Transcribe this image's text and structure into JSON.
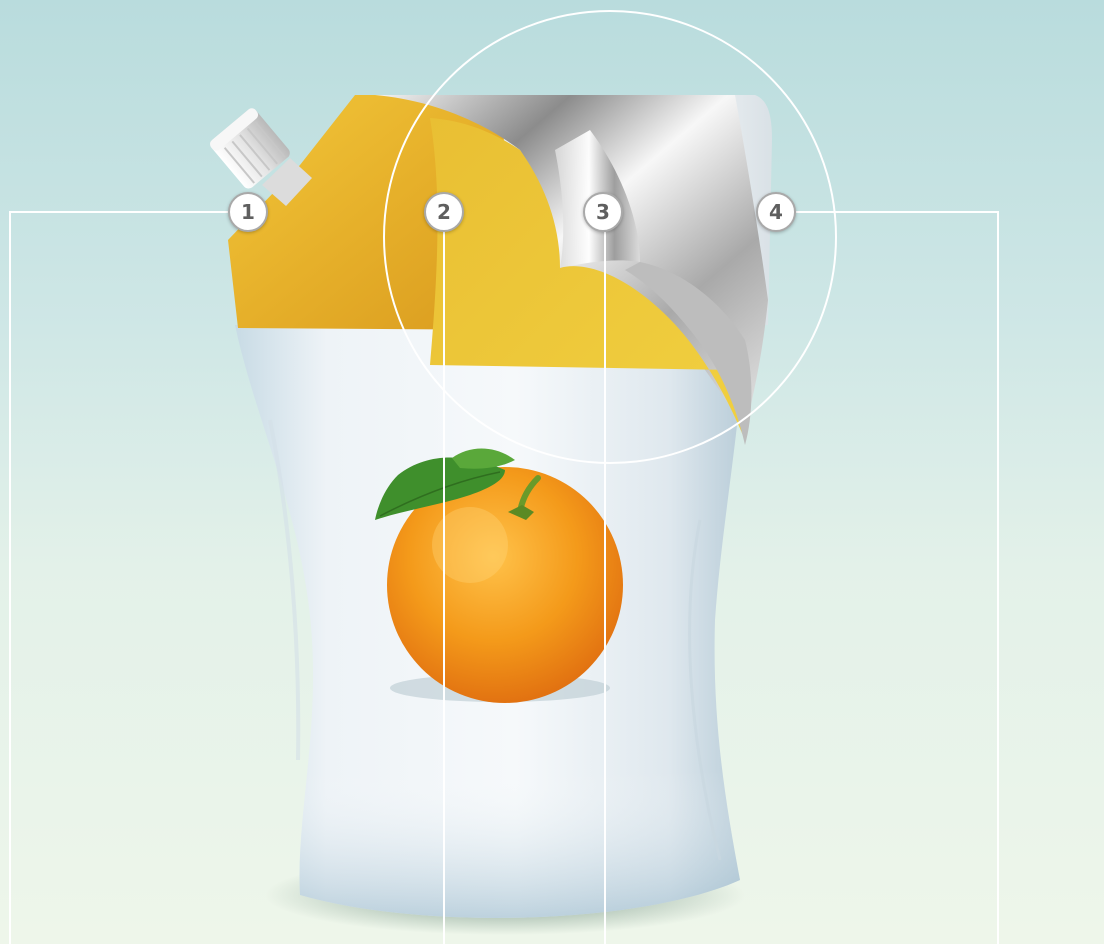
{
  "callouts": [
    {
      "id": "spout-cap",
      "number": "1"
    },
    {
      "id": "outer-printed-layer",
      "number": "2"
    },
    {
      "id": "foil-barrier-layer",
      "number": "3"
    },
    {
      "id": "inner-layer",
      "number": "4"
    }
  ],
  "colors": {
    "background_top": "#b9dcdd",
    "background_bottom": "#eef6ea",
    "pouch_yellow": "#e8b72c",
    "pouch_white": "#eef3f6",
    "foil_silver": "#c9c9c9",
    "orange": "#f39a1c",
    "leaf": "#3f8f2c",
    "guide_lines": "#ffffff"
  }
}
